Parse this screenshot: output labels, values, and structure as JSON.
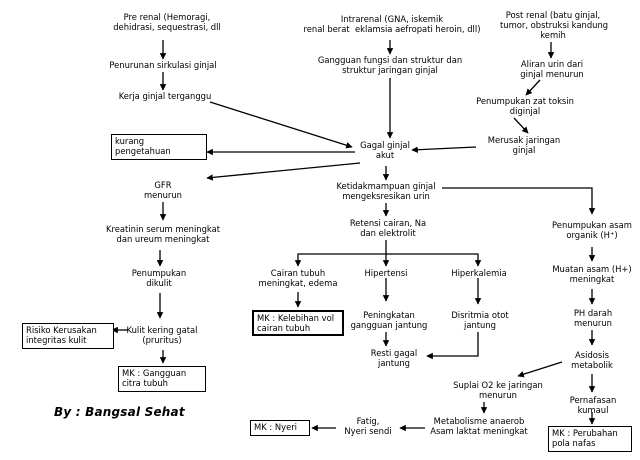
{
  "nodes": {
    "prerenal": "Pre renal (Hemoragi,\ndehidrasi, sequestrasi, dll",
    "intrarenal": "Intrarenal (GNA, iskemik\nrenal berat  eklamsia aefropati heroin, dll)",
    "postrenal": "Post renal (batu ginjal,\ntumor, obstruksi kandung\nkemih",
    "sirkulasi": "Penurunan sirkulasi ginjal",
    "gangguan_fungsi": "Gangguan fungsi dan struktur dan\nstruktur jaringan ginjal",
    "aliran_urin": "Aliran urin dari\nginjal menurun",
    "kerja_ginjal": "Kerja ginjal terganggu",
    "penumpukan_toksin": "Penumpukan zat toksin\ndiginjal",
    "kurang_pengetahuan": "kurang\npengetahuan",
    "gagal_ginjal": "Gagal ginjal\nakut",
    "merusak": "Merusak jaringan\nginjal",
    "gfr": "GFR\nmenurun",
    "ketidakmampuan": "Ketidakmampuan ginjal\nmengeksresikan urin",
    "kreatinin": "Kreatinin serum meningkat\ndan ureum meningkat",
    "retensi": "Retensi cairan, Na\ndan elektrolit",
    "penumpukan_asam": "Penumpukan asam\norganik (H⁺)",
    "penumpukan_dikulit": "Penumpukan\ndikulit",
    "cairan_tubuh": "Cairan tubuh\nmeningkat, edema",
    "hipertensi": "Hipertensi",
    "hiperkalemia": "Hiperkalemia",
    "muatan_asam": "Muatan asam (H+)\nmeningkat",
    "mk_kelebihan": "MK : Kelebihan vol\ncairan tubuh",
    "peningkatan_gangguan": "Peningkatan\ngangguan jantung",
    "disritmia": "Disritmia otot\njantung",
    "ph_darah": "PH darah\nmenurun",
    "risiko_kerusakan": "Risiko Kerusakan\nintegritas kulit",
    "kulit_kering": "Kulit kering gatal\n(pruritus)",
    "resti_gagal": "Resti gagal\njantung",
    "asidosis": "Asidosis\nmetabolik",
    "mk_citra": "MK : Gangguan\ncitra tubuh",
    "suplai_o2": "Suplai O2 ke jaringan\nmenurun",
    "pernafasan": "Pernafasan\nkumaul",
    "metabolisme": "Metabolisme anaerob\nAsam laktat meningkat",
    "fatig": "Fatig,\nNyeri sendi",
    "mk_nyeri": "MK : Nyeri",
    "mk_perubahan": "MK : Perubahan\npola nafas"
  },
  "signature": "By : Bangsal Sehat"
}
